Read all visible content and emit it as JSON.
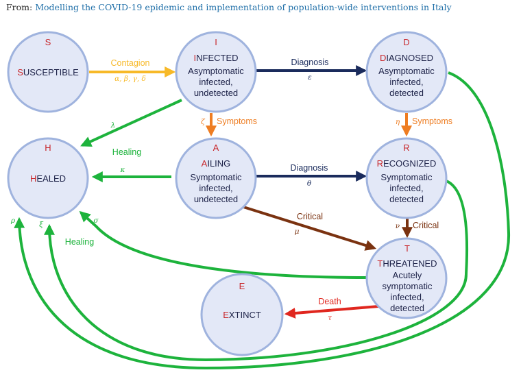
{
  "caption": {
    "prefix": "From:",
    "link_text": "Modelling the COVID-19 epidemic and implementation of population-wide interventions in Italy"
  },
  "colors": {
    "contagion": "#f7b928",
    "diagnosis": "#1a2b5c",
    "symptoms": "#ee7d22",
    "healing": "#1db33c",
    "critical": "#7a3210",
    "death": "#e0271f",
    "node_fill": "#e3e8f7",
    "node_stroke": "#9fb3de",
    "symbol_red": "#c8262a",
    "text_dark": "#1d2248"
  },
  "nodes": {
    "S": {
      "symbol": "S",
      "title_initial": "S",
      "title_rest": "USCEPTIBLE",
      "desc": []
    },
    "I": {
      "symbol": "I",
      "title_initial": "I",
      "title_rest": "NFECTED",
      "desc": [
        "Asymptomatic",
        "infected,",
        "undetected"
      ]
    },
    "D": {
      "symbol": "D",
      "title_initial": "D",
      "title_rest": "IAGNOSED",
      "desc": [
        "Asymptomatic",
        "infected,",
        "detected"
      ]
    },
    "H": {
      "symbol": "H",
      "title_initial": "H",
      "title_rest": "EALED",
      "desc": []
    },
    "A": {
      "symbol": "A",
      "title_initial": "A",
      "title_rest": "ILING",
      "desc": [
        "Symptomatic",
        "infected,",
        "undetected"
      ]
    },
    "R": {
      "symbol": "R",
      "title_initial": "R",
      "title_rest": "ECOGNIZED",
      "desc": [
        "Symptomatic",
        "infected,",
        "detected"
      ]
    },
    "T": {
      "symbol": "T",
      "title_initial": "T",
      "title_rest": "HREATENED",
      "desc": [
        "Acutely",
        "symptomatic",
        "infected,",
        "detected"
      ]
    },
    "E": {
      "symbol": "E",
      "title_initial": "E",
      "title_rest": "XTINCT",
      "desc": []
    }
  },
  "edges": {
    "contagion": {
      "label": "Contagion",
      "params": "α, β, γ, δ"
    },
    "diagnosis_ID": {
      "label": "Diagnosis",
      "params": "ε"
    },
    "symptoms_IA": {
      "label": "Symptoms",
      "params": "ζ"
    },
    "symptoms_DR": {
      "label": "Symptoms",
      "params": "η"
    },
    "healing_IH": {
      "label": "",
      "params": "λ"
    },
    "healing_AH": {
      "label": "Healing",
      "params": "κ"
    },
    "diagnosis_AR": {
      "label": "Diagnosis",
      "params": "θ"
    },
    "critical_AT": {
      "label": "Critical",
      "params": "μ"
    },
    "critical_RT": {
      "label": "Critical",
      "params": "ν"
    },
    "healing_DH": {
      "label": "",
      "params": "ρ"
    },
    "healing_RH": {
      "label": "Healing",
      "params": "ξ"
    },
    "healing_TH": {
      "label": "",
      "params": "σ"
    },
    "death_TE": {
      "label": "Death",
      "params": "τ"
    }
  }
}
